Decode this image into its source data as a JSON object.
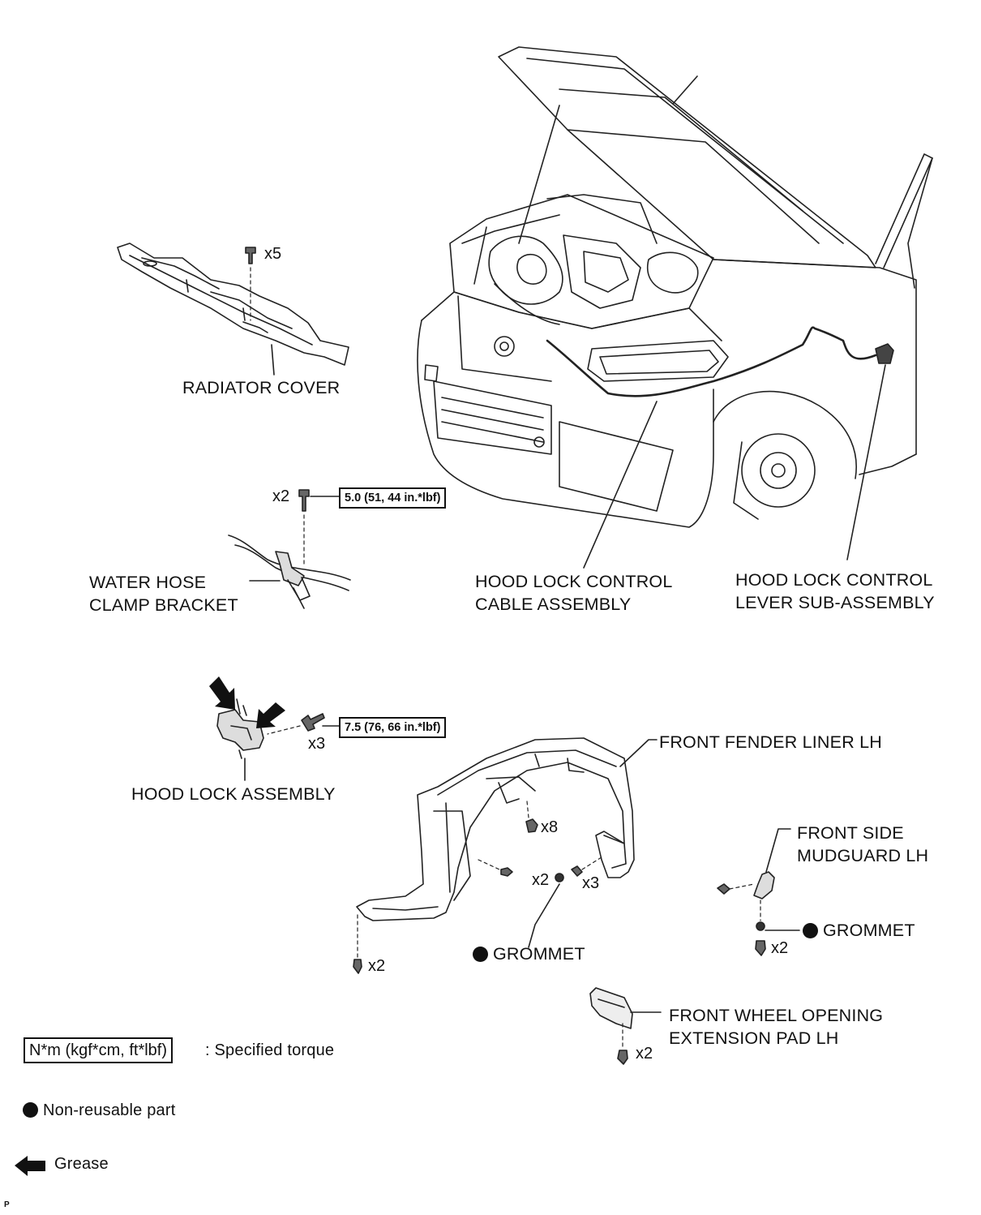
{
  "labels": {
    "radiator_cover": "RADIATOR COVER",
    "water_hose_1": "WATER HOSE",
    "water_hose_2": "CLAMP BRACKET",
    "cable_1": "HOOD LOCK CONTROL",
    "cable_2": "CABLE ASSEMBLY",
    "lever_1": "HOOD LOCK CONTROL",
    "lever_2": "LEVER SUB-ASSEMBLY",
    "hood_lock": "HOOD LOCK ASSEMBLY",
    "fender_liner": "FRONT FENDER LINER LH",
    "mudguard_1": "FRONT SIDE",
    "mudguard_2": "MUDGUARD LH",
    "grommet_right": "GROMMET",
    "grommet_center": "GROMMET",
    "pad_1": "FRONT WHEEL OPENING",
    "pad_2": "EXTENSION PAD LH"
  },
  "quantities": {
    "radiator_clips": "x5",
    "hose_bolts": "x2",
    "hood_lock_bolts": "x3",
    "liner_clips": "x8",
    "liner_grommets": "x2",
    "liner_screws": "x3",
    "liner_bottom": "x2",
    "mudguard_screws": "x2",
    "pad_screws": "x2"
  },
  "torques": {
    "hose_bracket": "5.0 (51, 44 in.*lbf)",
    "hood_lock": "7.5 (76, 66 in.*lbf)"
  },
  "legend": {
    "torque_box": "N*m (kgf*cm, ft*lbf)",
    "torque_text": ": Specified torque",
    "nonreusable": "Non-reusable part",
    "grease": "Grease"
  },
  "figure_code": "P"
}
